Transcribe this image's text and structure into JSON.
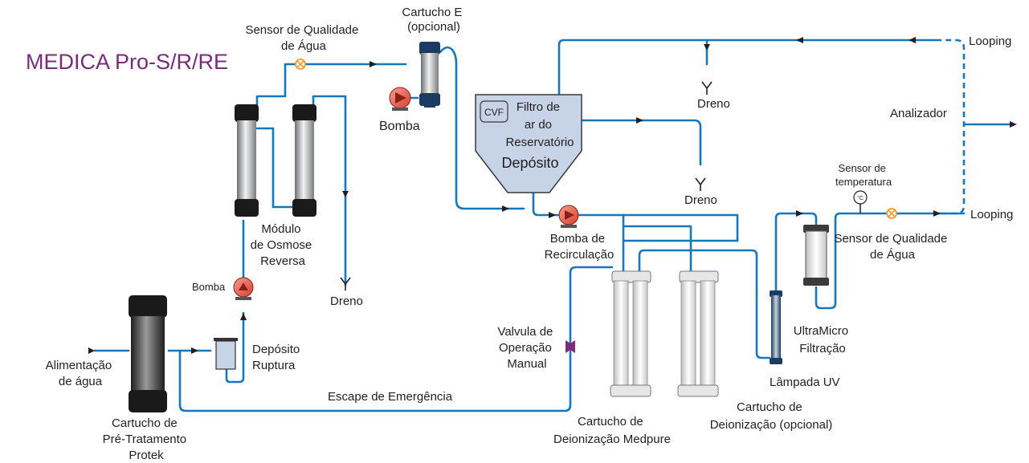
{
  "title": "MEDICA Pro-S/R/RE",
  "labels": {
    "sensor_qualidade_1": [
      "Sensor de Qualidade",
      "de Água"
    ],
    "cartucho_e": [
      "Cartucho E",
      "(opcional)"
    ],
    "bomba_top": "Bomba",
    "modulo_osmose": [
      "Módulo",
      "de Osmose",
      "Reversa"
    ],
    "bomba_small": "Bomba",
    "dreno_1": "Dreno",
    "dreno_2": "Dreno",
    "dreno_3": "Dreno",
    "alimentacao": [
      "Alimentação",
      "de água"
    ],
    "deposito_ruptura": [
      "Depósito",
      "Ruptura"
    ],
    "cartucho_pretratamento": [
      "Cartucho de",
      "Pré-Tratamento",
      "Protek"
    ],
    "escape_emergencia": "Escape de Emergência",
    "valvula": [
      "Valvula de",
      "Operação",
      "Manual"
    ],
    "cvf": "CVF",
    "filtro_ar": [
      "Filtro de",
      "ar do",
      "Reservatório"
    ],
    "deposito": "Depósito",
    "bomba_recirculacao": [
      "Bomba de",
      "Recirculação"
    ],
    "cartucho_medpure": [
      "Cartucho de",
      "Deionização Medpure"
    ],
    "cartucho_opcional": [
      "Cartucho de",
      "Deionização (opcional)"
    ],
    "lampada_uv": "Lâmpada UV",
    "ultramicro": [
      "UltraMicro",
      "Filtração"
    ],
    "sensor_temperatura": [
      "Sensor de",
      "temperatura"
    ],
    "temp_symbol": "°C",
    "sensor_qualidade_2": [
      "Sensor de Qualidade",
      "de Água"
    ],
    "looping_top": "Looping",
    "looping_bottom": "Looping",
    "analizador": "Analizador"
  },
  "colors": {
    "pipe": "#1777bd",
    "title": "#7b2b7e",
    "pump": "#e8584a",
    "sensor": "#f39a2a",
    "reservoir": "#c7d3e6"
  }
}
